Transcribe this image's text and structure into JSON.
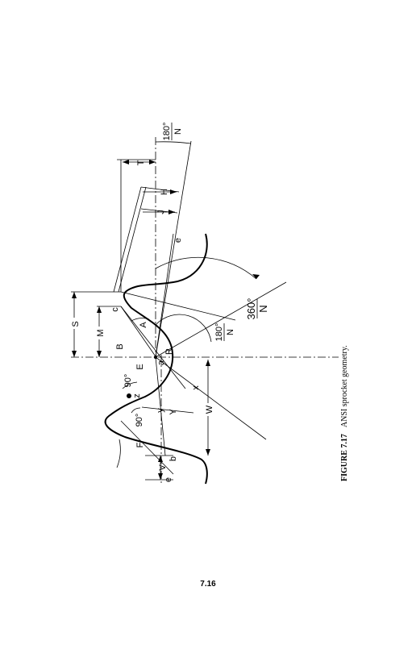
{
  "labels": {
    "S": "S",
    "M": "M",
    "T": "T",
    "H": "H",
    "J": "J",
    "A": "A",
    "B": "B",
    "E": "E",
    "R": "R",
    "W": "W",
    "V": "V",
    "F": "F",
    "Y": "Y",
    "x": "x",
    "y": "y",
    "z": "z",
    "a": "a",
    "b": "b",
    "c": "c",
    "e_top": "e",
    "e_bottom": "e",
    "deg90_a": "90°",
    "deg90_b": "90°"
  },
  "fractions": {
    "f180_top": {
      "num": "180°",
      "den": "N"
    },
    "f180_mid": {
      "num": "180°",
      "den": "N"
    },
    "f360": {
      "num": "360°",
      "den": "N"
    }
  },
  "caption": {
    "number": "FIGURE 7.17",
    "text": "ANSI sprocket geometry."
  },
  "page_number": "7.16"
}
